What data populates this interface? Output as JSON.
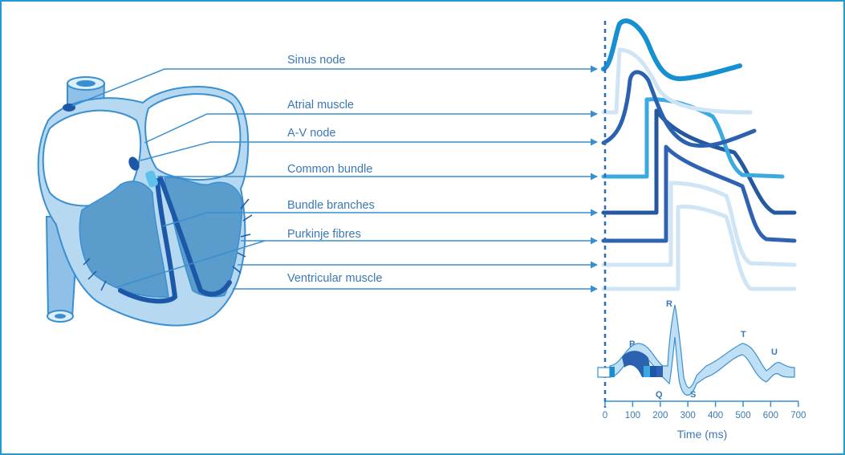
{
  "labels": {
    "sinus_node": "Sinus node",
    "atrial_muscle": "Atrial muscle",
    "av_node": "A-V node",
    "common_bundle": "Common bundle",
    "bundle_branches": "Bundle branches",
    "purkinje_fibres": "Purkinje fibres",
    "ventricular_muscle": "Ventricular muscle"
  },
  "ecg": {
    "waves": {
      "p": "P",
      "q": "Q",
      "r": "R",
      "s": "S",
      "t": "T",
      "u": "U"
    },
    "x_axis_title": "Time (ms)",
    "ticks": [
      "0",
      "100",
      "200",
      "300",
      "400",
      "500",
      "600",
      "700"
    ]
  },
  "colors": {
    "border": "#1f9bd6",
    "heart_outline": "#3a8fd0",
    "heart_fill": "#bfe0f4",
    "ventricle_fill": "#5a9ccc",
    "dark_blue": "#2a62b0",
    "mid_blue": "#1690d0",
    "light_blue": "#cfe5f6",
    "text": "#3a78b5"
  }
}
